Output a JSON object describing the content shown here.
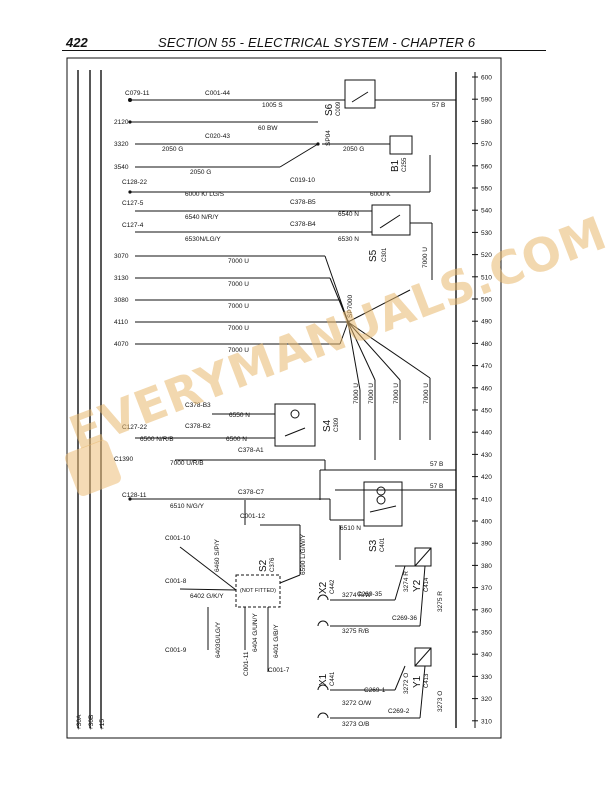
{
  "header": {
    "page_number": "422",
    "title": "SECTION 55 - ELECTRICAL SYSTEM - CHAPTER 6"
  },
  "scale": [
    "600",
    "590",
    "580",
    "570",
    "560",
    "550",
    "540",
    "530",
    "520",
    "510",
    "500",
    "490",
    "480",
    "470",
    "460",
    "450",
    "440",
    "430",
    "420",
    "410",
    "400",
    "390",
    "380",
    "370",
    "360",
    "350",
    "340",
    "330",
    "320",
    "310"
  ],
  "rails": [
    "+30A",
    "+30B",
    "+15"
  ],
  "left_terminals": {
    "c079": "C079-11",
    "t2120": "2120",
    "t3320": "3320",
    "t3540": "3540",
    "c128_22": "C128-22",
    "c127_5": "C127-5",
    "c127_4": "C127-4",
    "t3070": "3070",
    "t3130": "3130",
    "t3080": "3080",
    "t4110": "4110",
    "t4070": "4070",
    "c127_22": "C127-22",
    "c1390": "C1390",
    "c128_11": "C128-11",
    "c001_10": "C001-10",
    "c001_8": "C001-8",
    "c001_9": "C001-9"
  },
  "connectors": {
    "c001_44": "C001-44",
    "c020_43": "C020-43",
    "c019_10": "C019-10",
    "c378_b5": "C378-B5",
    "c378_b4": "C378-B4",
    "c378_b3": "C378-B3",
    "c378_b2": "C378-B2",
    "c378_a1": "C378-A1",
    "c378_c7": "C378-C7",
    "c001_12": "C001-12",
    "c001_11": "C001-11",
    "c001_7": "C001-7",
    "c269_35": "C269-35",
    "c269_36": "C269-36",
    "c269_1": "C269-1",
    "c269_2": "C269-2"
  },
  "wires": {
    "w1005s": "1005 S",
    "w57b_top": "57 B",
    "w60bw": "60 BW",
    "w2050g_a": "2050 G",
    "w2050g_b": "2050 G",
    "w2050g_c": "2050 G",
    "w6000k_lgs": "6000 K/ LG/S",
    "w6000k": "6000 K",
    "w6540nry": "6540 N/R/Y",
    "w6540n": "6540 N",
    "w6530nlgy": "6530N/LG/Y",
    "w6530n": "6530 N",
    "w7000u_v": "7000 U",
    "w7000u_1": "7000 U",
    "w7000u_2": "7000 U",
    "w7000u_3": "7000 U",
    "w7000u_4": "7000 U",
    "w7000u_5": "7000 U",
    "w7000u_d1": "7000 U",
    "w7000u_d2": "7000 U",
    "w7000u_d3": "7000 U",
    "w7000u_d4": "7000 U",
    "w6550n": "6550 N",
    "w6500nrb": "6500 N/R/B",
    "w6500n": "6500 N",
    "w7000urb": "7000 U/R/B",
    "w57b_a": "57 B",
    "w57b_b": "57 B",
    "w6510ngy": "6510 N/G/Y",
    "w6510n": "6510 N",
    "w6460spy": "6460 S/P/Y",
    "w6402gky": "6402 G/K/Y",
    "w6403glgy": "6403G/LG/Y",
    "w6404guny": "6404 G/UN/Y",
    "w6401gby": "6401 G/B/Y",
    "w6590lgwy": "6590 L/G/W/Y",
    "w3274rw": "3274 R/W",
    "w3275rb": "3275 R/B",
    "w3274r": "3274 R",
    "w3275r": "3275 R",
    "w3272ow": "3272 O/W",
    "w3273ob": "3273 O/B",
    "w3272o": "3272 O",
    "w3273o": "3273 O"
  },
  "components": {
    "s6": "S6",
    "s6c": "C009",
    "b1": "B1",
    "b1c": "C255",
    "s5": "S5",
    "s5c": "C301",
    "s4": "S4",
    "s4c": "C309",
    "s3": "S3",
    "s3c": "C401",
    "s2": "S2",
    "s2c": "C376",
    "not_fitted": "(NOT FITTED)",
    "x2": "X2",
    "x2c": "C442",
    "y2": "Y2",
    "y2c": "C414",
    "x1": "X1",
    "x1c": "C441",
    "y1": "Y1",
    "y1c": "C413",
    "sp04": "SP04",
    "sp7000": "SP7000"
  },
  "watermark": "EVERYMANUALS.COM"
}
